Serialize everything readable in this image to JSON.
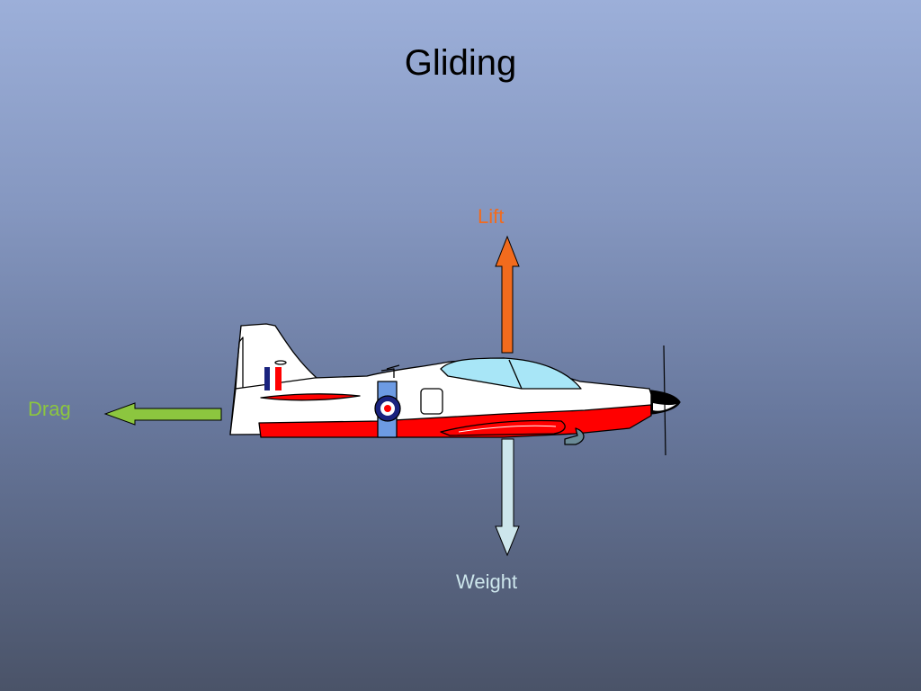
{
  "title": "Gliding",
  "forces": {
    "lift": {
      "label": "Lift",
      "color": "#f26b1d"
    },
    "drag": {
      "label": "Drag",
      "color": "#8cc63f"
    },
    "weight": {
      "label": "Weight",
      "color": "#cde6ec"
    }
  },
  "aircraft": {
    "fuselage_color": "#ffffff",
    "stripe_color": "#ff0000",
    "band_color": "#6d9be3",
    "canopy_color": "#a8e6f7",
    "roundel_colors": [
      "#1a237e",
      "#ffffff",
      "#ff0000"
    ]
  }
}
